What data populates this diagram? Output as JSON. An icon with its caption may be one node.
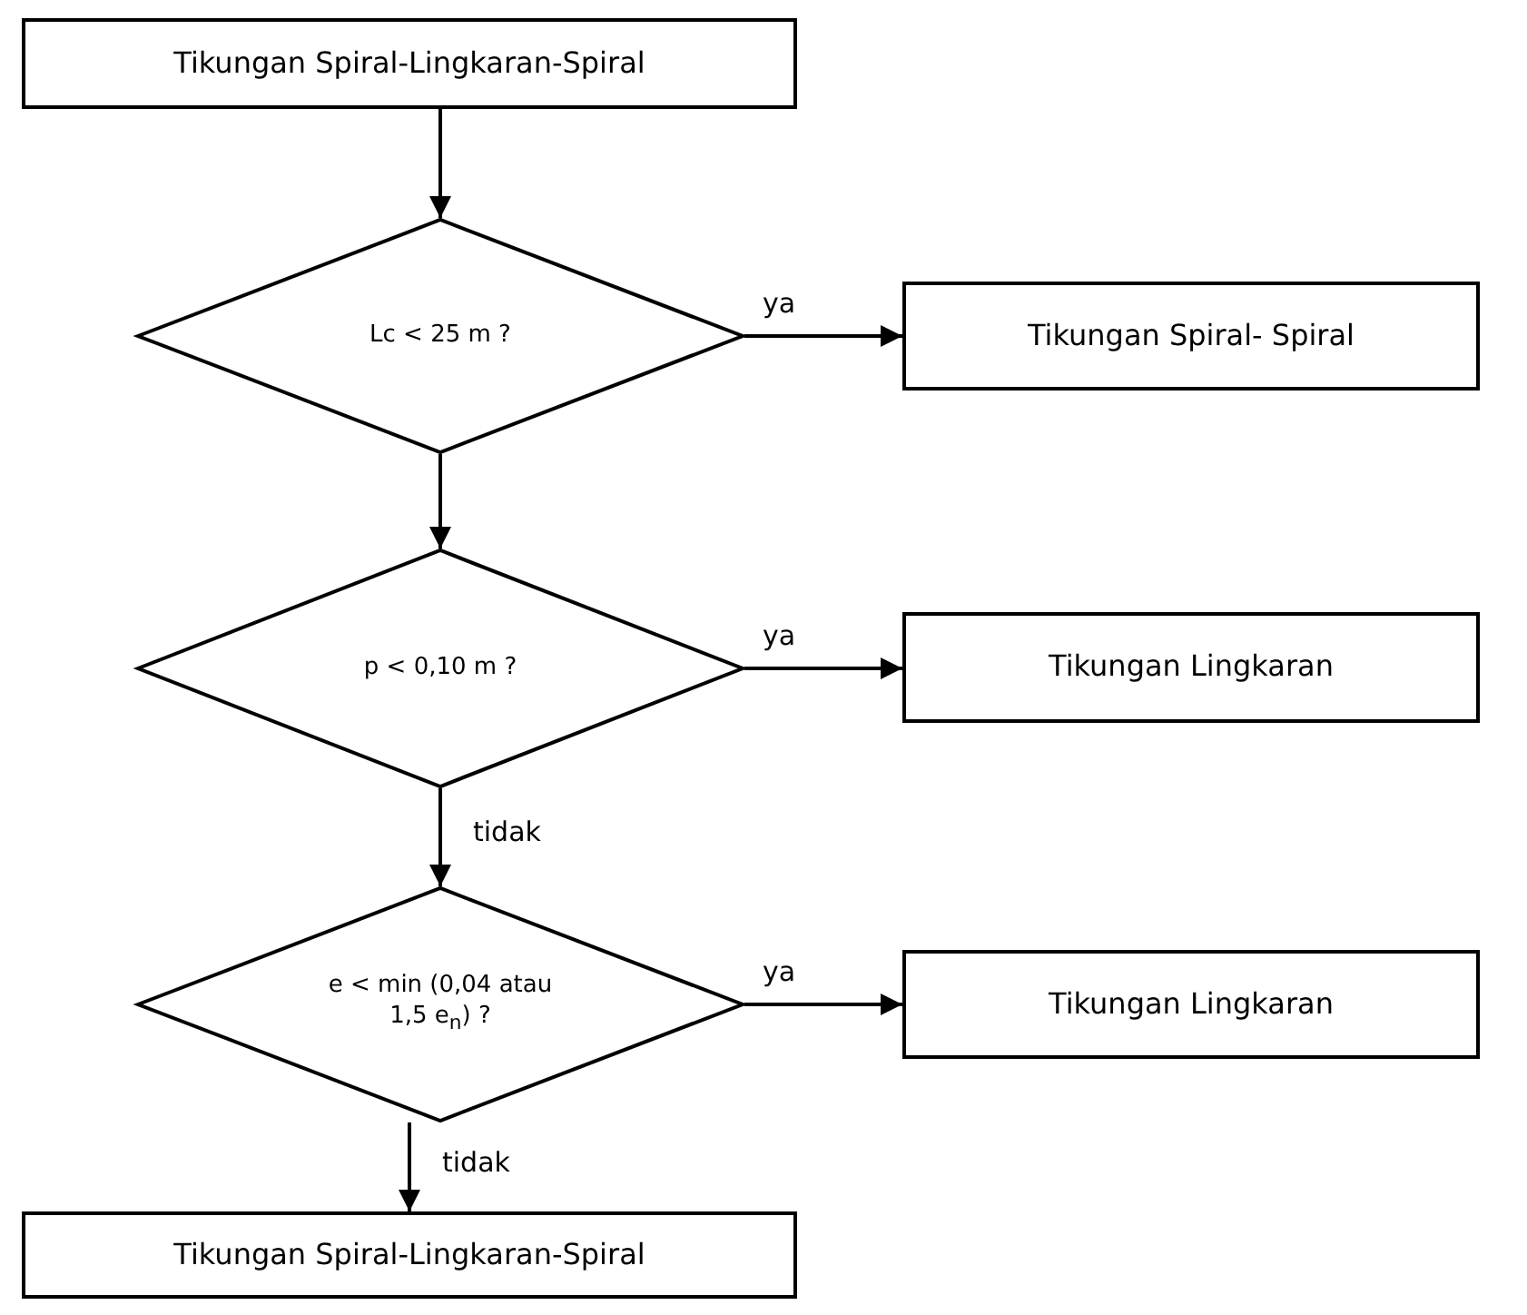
{
  "diagram": {
    "nodes": [
      {
        "text": [
          "Tikungan Spiral-Lingkaran-Spiral"
        ]
      },
      {
        "text": [
          "Lc < 25 m ?"
        ]
      },
      {
        "text": [
          "Tikungan Spiral- Spiral"
        ]
      },
      {
        "text": [
          "p < 0,10 m ?"
        ]
      },
      {
        "text": [
          "Tikungan Lingkaran"
        ]
      },
      {
        "text": [
          "e < min (0,04 atau 1,5 e$_{n}$) ?"
        ]
      },
      {
        "text": [
          "Tikungan Lingkaran"
        ]
      },
      {
        "text": [
          "Tikungan Spiral-Lingkaran-Spiral"
        ]
      }
    ],
    "edges": [
      {
        "from": 0,
        "to": 1,
        "arrow": "to"
      },
      {
        "from": 1,
        "to": 2,
        "arrow": "to",
        "label": "ya"
      },
      {
        "from": 1,
        "to": 3,
        "arrow": "to"
      },
      {
        "from": 3,
        "to": 4,
        "arrow": "to",
        "label": "ya"
      },
      {
        "from": 3,
        "to": 5,
        "arrow": "to",
        "label": "tidak"
      },
      {
        "from": 5,
        "to": 6,
        "arrow": "to",
        "label": "ya"
      },
      {
        "from": 5,
        "to": 7,
        "arrow": "to",
        "label": "tidak"
      }
    ]
  }
}
